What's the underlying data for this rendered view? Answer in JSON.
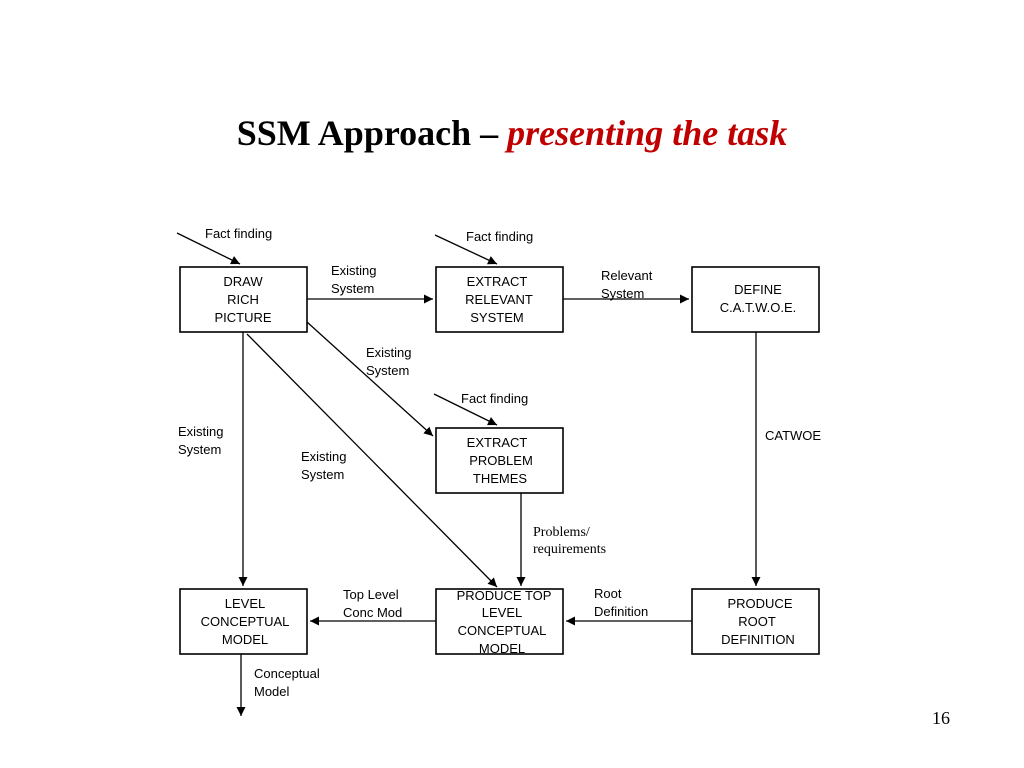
{
  "title": {
    "main": "SSM Approach – ",
    "emphasis": "presenting the task"
  },
  "page_number": "16",
  "boxes": {
    "draw_rich_picture": [
      "DRAW",
      "RICH",
      "PICTURE"
    ],
    "extract_relevant_system": [
      "EXTRACT",
      "RELEVANT",
      "SYSTEM"
    ],
    "define_catwoe": [
      "DEFINE",
      "C.A.T.W.O.E."
    ],
    "extract_problem_themes": [
      "EXTRACT",
      "PROBLEM",
      "THEMES"
    ],
    "level_conceptual_model": [
      "LEVEL",
      "CONCEPTUAL",
      "MODEL"
    ],
    "produce_top_level": [
      "PRODUCE TOP",
      "LEVEL",
      "CONCEPTUAL",
      "MODEL"
    ],
    "produce_root_definition": [
      "PRODUCE",
      "ROOT",
      "DEFINITION"
    ]
  },
  "labels": {
    "fact_finding_1": "Fact finding",
    "fact_finding_2": "Fact finding",
    "fact_finding_3": "Fact finding",
    "existing_system_top": [
      "Existing",
      "System"
    ],
    "relevant_system": [
      "Relevant",
      "System"
    ],
    "existing_system_diag": [
      "Existing",
      "System"
    ],
    "existing_system_left": [
      "Existing",
      "System"
    ],
    "existing_system_mid": [
      "Existing",
      "System"
    ],
    "catwoe": "CATWOE",
    "problems_requirements": [
      "Problems/",
      "requirements"
    ],
    "top_level_conc_mod": [
      "Top Level",
      "Conc Mod"
    ],
    "root_definition": [
      "Root",
      "Definition"
    ],
    "conceptual_model": [
      "Conceptual",
      "Model"
    ]
  }
}
